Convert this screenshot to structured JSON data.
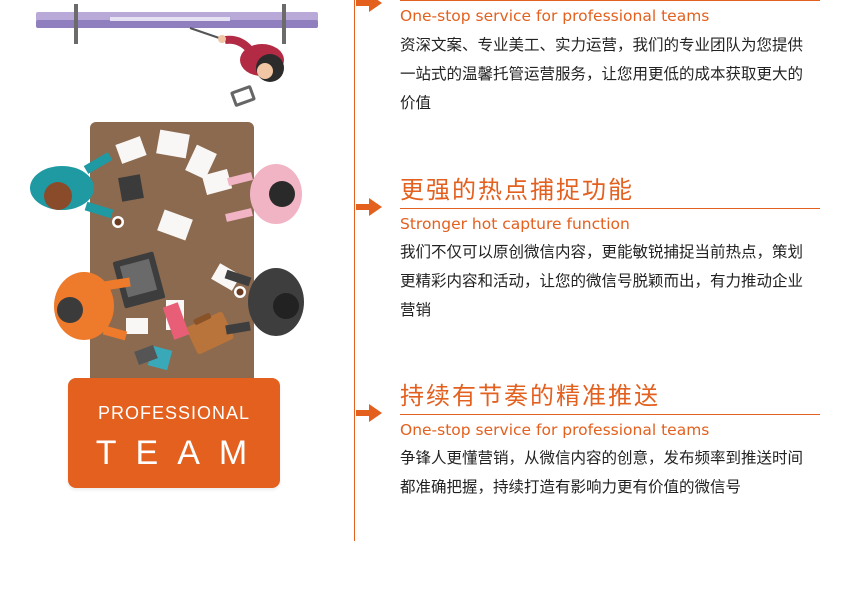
{
  "badge": {
    "line1": "PROFESSIONAL",
    "line2": "TEAM"
  },
  "sections": [
    {
      "title": "",
      "subtitle": "One-stop service for professional teams",
      "body": "资深文案、专业美工、实力运营，我们的专业团队为您提供一站式的温馨托管运营服务，让您用更低的成本获取更大的价值"
    },
    {
      "title": "更强的热点捕捉功能",
      "subtitle": "Stronger hot capture function",
      "body": "我们不仅可以原创微信内容，更能敏锐捕捉当前热点，策划更精彩内容和活动，让您的微信号脱颖而出，有力推动企业营销"
    },
    {
      "title": "持续有节奏的精准推送",
      "subtitle": "One-stop service for professional teams",
      "body": "争锋人更懂营销，从微信内容的创意，发布频率到推送时间都准确把握，持续打造有影响力更有价值的微信号"
    }
  ],
  "colors": {
    "accent": "#e3601f",
    "table": "#8b6a4f"
  },
  "icons": [
    "arrow-right-icon",
    "meeting-illustration",
    "presentation-illustration"
  ]
}
